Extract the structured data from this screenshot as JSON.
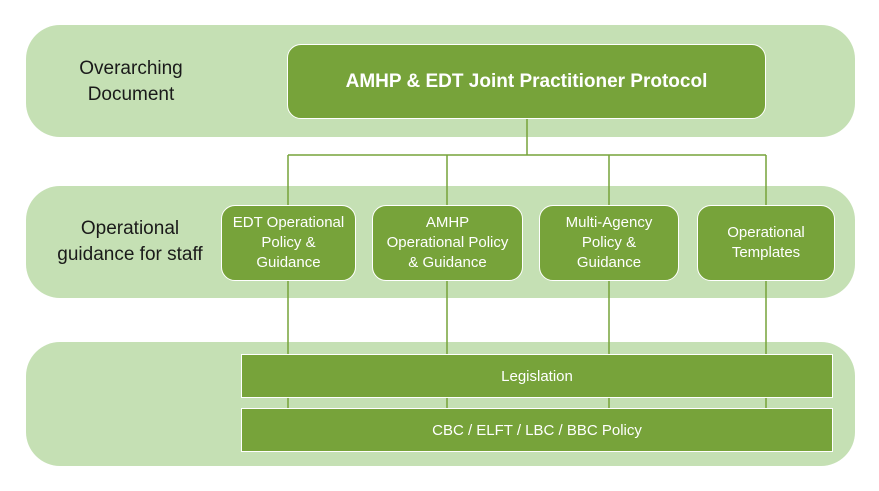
{
  "bands": {
    "top_label": "Overarching\nDocument",
    "middle_label": "Operational\nguidance for staff"
  },
  "protocol": {
    "title": "AMHP & EDT Joint Practitioner Protocol"
  },
  "guidance_boxes": [
    {
      "label": "EDT Operational\nPolicy &\nGuidance"
    },
    {
      "label": "AMHP\nOperational Policy\n& Guidance"
    },
    {
      "label": "Multi-Agency\nPolicy &\nGuidance"
    },
    {
      "label": "Operational\nTemplates"
    }
  ],
  "foundation": {
    "legislation": "Legislation",
    "policy": "CBC / ELFT / LBC / BBC Policy"
  },
  "colors": {
    "band_fill": "#c5e0b4",
    "box_fill": "#77a33a",
    "box_text": "#ffffff",
    "connector": "#77a33a"
  }
}
